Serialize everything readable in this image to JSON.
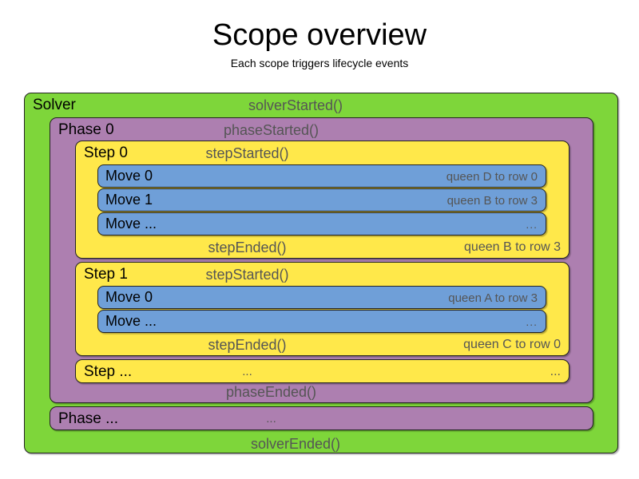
{
  "header": {
    "title": "Scope overview",
    "subtitle": "Each scope triggers lifecycle events"
  },
  "colors": {
    "solver": "#7ed63a",
    "phase": "#ad7fb0",
    "step": "#ffe84a",
    "move": "#6f9fd8",
    "border": "#232323",
    "event_text": "#555555",
    "scope_text": "#000000",
    "background": "#ffffff"
  },
  "solver": {
    "name": "Solver",
    "started_event": "solverStarted()",
    "ended_event": "solverEnded()",
    "phases": [
      {
        "name": "Phase 0",
        "started_event": "phaseStarted()",
        "ended_event": "phaseEnded()",
        "steps": [
          {
            "name": "Step 0",
            "started_event": "stepStarted()",
            "ended_event": "stepEnded()",
            "ended_detail": "queen B to row 3",
            "moves": [
              {
                "name": "Move 0",
                "detail": "queen D to row 0"
              },
              {
                "name": "Move 1",
                "detail": "queen B to row 3"
              },
              {
                "name": "Move ...",
                "detail": "..."
              }
            ]
          },
          {
            "name": "Step 1",
            "started_event": "stepStarted()",
            "ended_event": "stepEnded()",
            "ended_detail": "queen C to row 0",
            "moves": [
              {
                "name": "Move 0",
                "detail": "queen A to row 3"
              },
              {
                "name": "Move ...",
                "detail": "..."
              }
            ]
          },
          {
            "name": "Step ...",
            "started_event": "...",
            "detail": "..."
          }
        ]
      },
      {
        "name": "Phase ...",
        "started_event": "..."
      }
    ]
  }
}
